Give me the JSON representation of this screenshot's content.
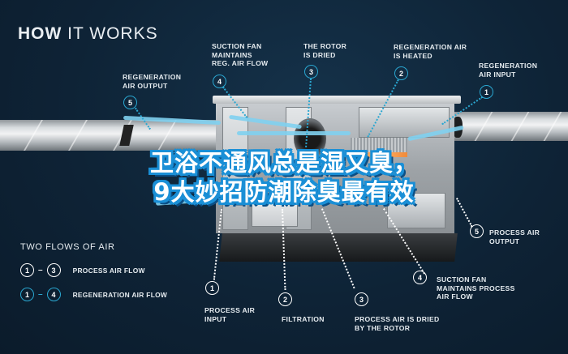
{
  "header": {
    "title_bold": "HOW",
    "title_rest": " IT WORKS"
  },
  "headline": {
    "line1": "卫浴不通风总是湿又臭，",
    "line2": "9大妙招防潮除臭最有效"
  },
  "colors": {
    "background": "#0f2234",
    "accent_blue": "#2aa7d1",
    "headline_outline": "#1a8fd6",
    "text": "#e6ecf0",
    "heater": "#f08a3a"
  },
  "regeneration_steps": [
    {
      "num": "1",
      "label": "REGENERATION\nAIR INPUT"
    },
    {
      "num": "2",
      "label": "REGENERATION AIR\nIS HEATED"
    },
    {
      "num": "3",
      "label": "THE ROTOR\nIS DRIED"
    },
    {
      "num": "4",
      "label": "SUCTION FAN\nMAINTAINS\nREG. AIR FLOW"
    },
    {
      "num": "5",
      "label": "REGENERATION\nAIR OUTPUT"
    }
  ],
  "process_steps": [
    {
      "num": "1",
      "label": "PROCESS AIR\nINPUT"
    },
    {
      "num": "2",
      "label": "FILTRATION"
    },
    {
      "num": "3",
      "label": "PROCESS AIR IS DRIED\nBY THE ROTOR"
    },
    {
      "num": "4",
      "label": "SUCTION FAN\nMAINTAINS PROCESS\nAIR FLOW"
    },
    {
      "num": "5",
      "label": "PROCESS AIR\nOUTPUT"
    }
  ],
  "legend": {
    "title": "TWO FLOWS OF AIR",
    "rows": [
      {
        "from": "1",
        "dash": "–",
        "to": "3",
        "label": "PROCESS AIR FLOW",
        "style": "white"
      },
      {
        "from": "1",
        "dash": "–",
        "to": "4",
        "label": "REGENERATION AIR FLOW",
        "style": "blue"
      }
    ]
  }
}
